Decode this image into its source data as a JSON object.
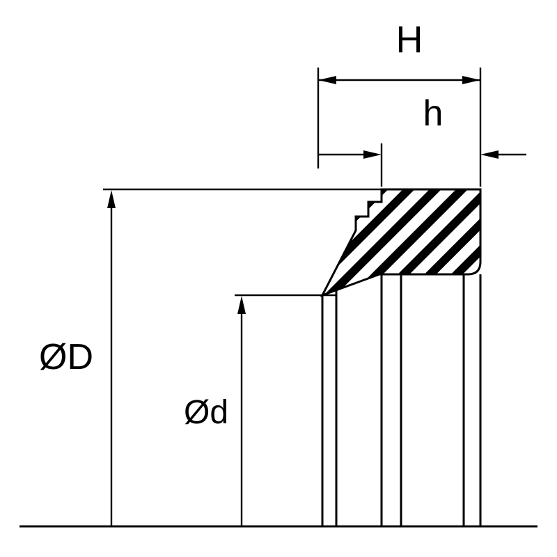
{
  "diagram": {
    "type": "technical-drawing",
    "subject": "rod-wiper-seal-cross-section",
    "colors": {
      "line": "#000000",
      "background": "#ffffff",
      "hatch": "#000000"
    },
    "labels": {
      "height_overall": "H",
      "height_secondary": "h",
      "diameter_outer": "ØD",
      "diameter_inner": "Ød"
    }
  }
}
